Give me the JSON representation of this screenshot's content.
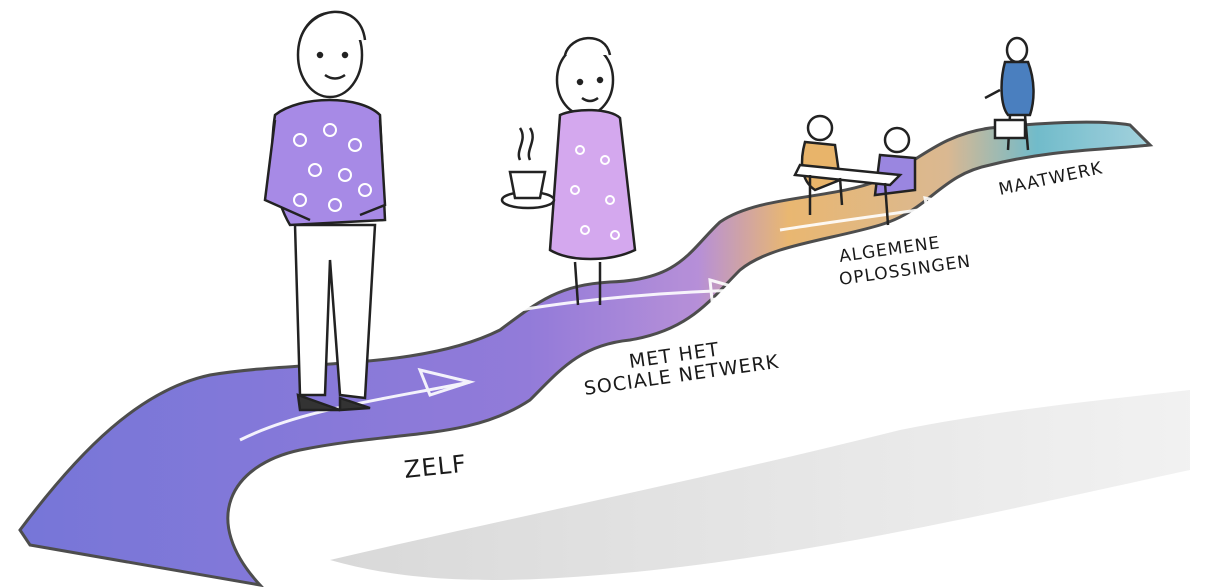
{
  "labels": {
    "zelf": "ZELF",
    "sociaal_1": "MET HET",
    "sociaal_2": "SOCIALE NETWERK",
    "algemeen_1": "ALGEMENE",
    "algemeen_2": "OPLOSSINGEN",
    "maatwerk": "MAATWERK"
  },
  "colors": {
    "path_start": "#6f6fd6",
    "path_mid": "#9a6fd6",
    "path_orange": "#e8b46a",
    "path_teal": "#6ab8c8",
    "outline": "#444444",
    "shadow": "#d9d9d9",
    "sweater": "#a78ae6"
  },
  "icons": [
    "person-standing-icon",
    "person-with-coffee-icon",
    "group-at-table-icon",
    "person-with-bag-icon",
    "arrow-icon"
  ]
}
